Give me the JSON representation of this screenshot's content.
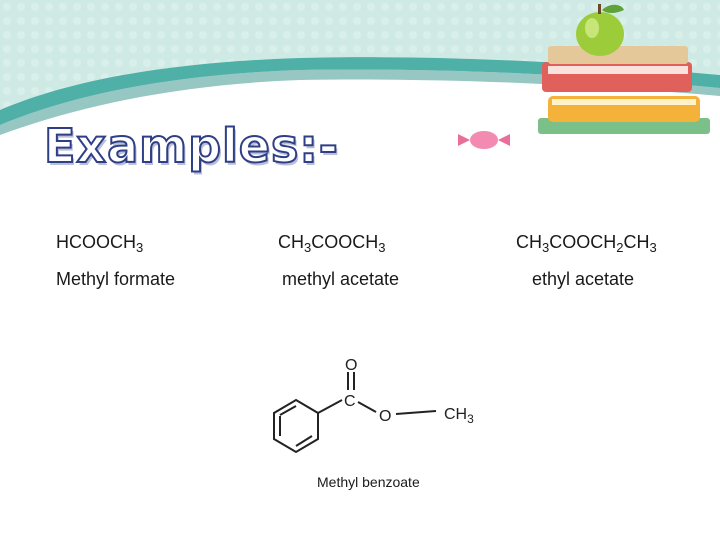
{
  "slide": {
    "title": "Examples:-"
  },
  "examples": [
    {
      "formula": [
        "HCOOCH",
        "3"
      ],
      "name": "Methyl formate"
    },
    {
      "formula": [
        "CH",
        "3",
        "COOCH",
        "3"
      ],
      "name": "methyl acetate"
    },
    {
      "formula": [
        "CH",
        "3",
        "COOCH",
        "2",
        "CH",
        "3"
      ],
      "name": "ethyl acetate"
    }
  ],
  "structure": {
    "atom_O_top": "O",
    "atom_C": "C",
    "atom_O_ester": "O",
    "group": "CH",
    "group_sub": "3",
    "caption": "Methyl benzoate"
  },
  "colors": {
    "title_outline": "#2f3f86",
    "banner_green": "#4fb0a8",
    "banner_light": "#bfe3dd"
  }
}
